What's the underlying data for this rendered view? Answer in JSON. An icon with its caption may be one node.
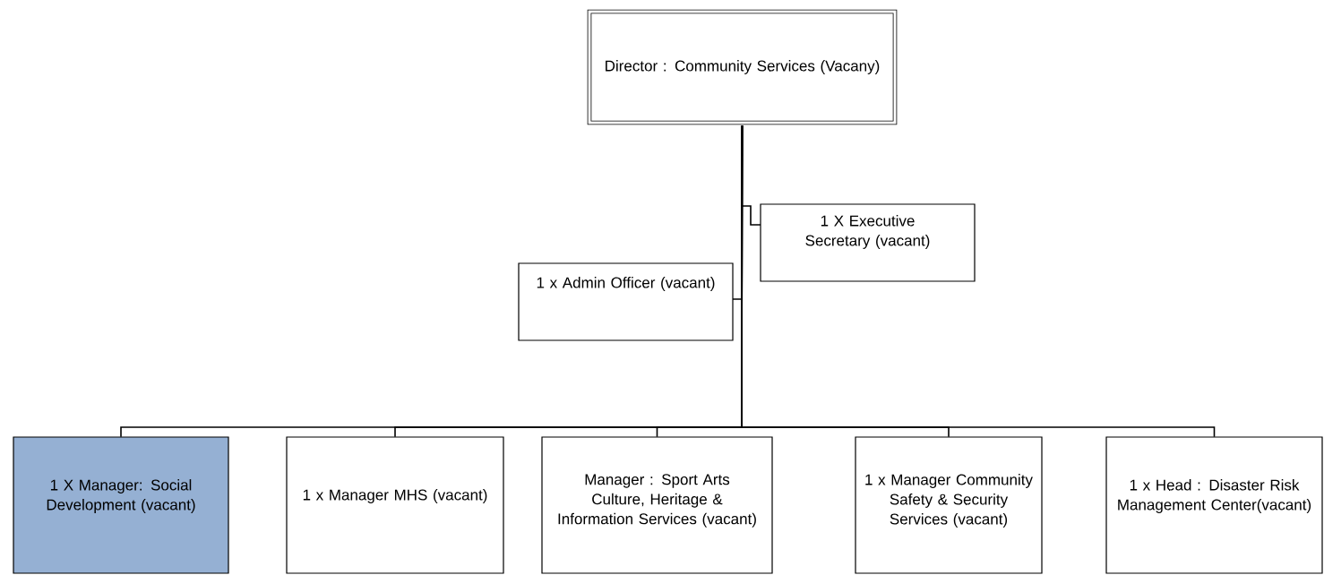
{
  "diagram": {
    "nodes": [
      {
        "text": [
          "Director : Community Services (Vacany)"
        ]
      },
      {
        "text": [
          "1 X Executive Secretary (vacant)"
        ]
      },
      {
        "text": [
          "1 x Admin Officer (vacant)"
        ]
      },
      {
        "text": [
          "1 X Manager: Social Development (vacant)"
        ]
      },
      {
        "text": [
          "1 x Manager MHS (vacant)"
        ]
      },
      {
        "text": [
          "Manager : Sport Arts Culture, Heritage & Information Services (vacant)"
        ]
      },
      {
        "text": [
          "1 x Manager Community Safety & Security Services (vacant)"
        ]
      },
      {
        "text": [
          "1 x Head : Disaster Risk Management Center(vacant)"
        ]
      }
    ],
    "edges": [
      {
        "from": 0,
        "to": 1,
        "arrow": "none"
      },
      {
        "from": 0,
        "to": 2,
        "arrow": "none"
      },
      {
        "from": 0,
        "to": 3,
        "arrow": "none"
      },
      {
        "from": 0,
        "to": 4,
        "arrow": "none"
      },
      {
        "from": 0,
        "to": 5,
        "arrow": "none"
      },
      {
        "from": 0,
        "to": 6,
        "arrow": "none"
      },
      {
        "from": 0,
        "to": 7,
        "arrow": "none"
      }
    ]
  }
}
